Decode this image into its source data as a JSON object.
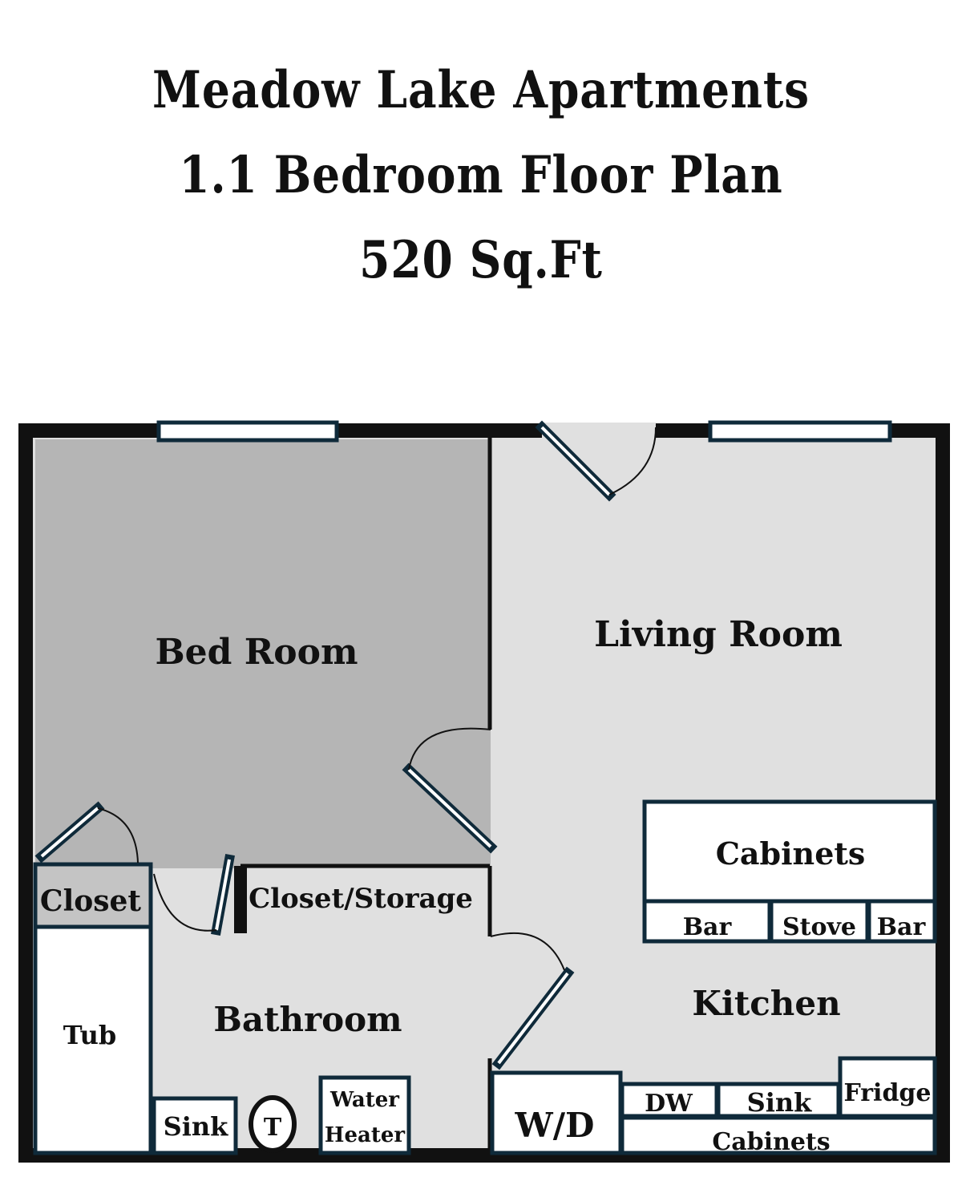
{
  "title": {
    "line1": "Meadow Lake Apartments",
    "line2": "1.1 Bedroom Floor Plan",
    "line3": "520 Sq.Ft"
  },
  "rooms": {
    "bedroom": "Bed Room",
    "living_room": "Living Room",
    "kitchen": "Kitchen",
    "bathroom": "Bathroom",
    "closet": "Closet",
    "closet_storage": "Closet/Storage"
  },
  "fixtures": {
    "tub": "Tub",
    "bath_sink": "Sink",
    "toilet": "T",
    "water_heater_1": "Water",
    "water_heater_2": "Heater",
    "washer_dryer": "W/D",
    "dishwasher": "DW",
    "kitchen_sink": "Sink",
    "fridge": "Fridge",
    "lower_cabinets": "Cabinets",
    "upper_cabinets": "Cabinets",
    "bar_left": "Bar",
    "stove": "Stove",
    "bar_right": "Bar"
  },
  "colors": {
    "wall": "#111111",
    "fixture_outline": "#0f2a3a",
    "bedroom_fill": "#b5b5b5",
    "floor_fill": "#e0e0e0",
    "closet_fill": "#c4c4c4"
  }
}
